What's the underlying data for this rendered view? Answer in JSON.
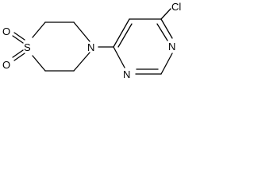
{
  "molecule": {
    "atoms": {
      "chlorine": "Cl",
      "ring_nitrogen_upper": "N",
      "ring_nitrogen_lower": "N",
      "morpholine_nitrogen": "N",
      "sulfur": "S",
      "oxygen_upper": "O",
      "oxygen_lower": "O"
    },
    "colors": {
      "bond": "#000000",
      "text": "#000000",
      "background": "#ffffff"
    }
  }
}
